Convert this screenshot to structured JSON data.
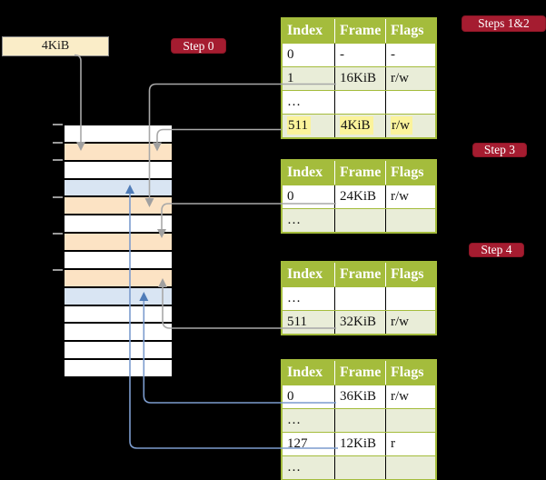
{
  "frame_size_box": {
    "label": "4KiB"
  },
  "step_labels": {
    "step0": "Step 0",
    "steps12": "Steps 1&2",
    "step3": "Step 3",
    "step4": "Step 4"
  },
  "memory_strip": {
    "frame_types": [
      "white",
      "wheat",
      "white",
      "blue",
      "wheat",
      "white",
      "wheat",
      "white",
      "wheat",
      "blue",
      "white",
      "white",
      "white",
      "white"
    ]
  },
  "tables": [
    {
      "id": "page-table-1",
      "headers": [
        "Index",
        "Frame",
        "Flags"
      ],
      "rows": [
        {
          "cells": [
            "0",
            "-",
            "-"
          ]
        },
        {
          "cells": [
            "1",
            "16KiB",
            "r/w"
          ]
        },
        {
          "cells": [
            "…",
            "",
            ""
          ]
        },
        {
          "cells": [
            "511",
            "4KiB",
            "r/w"
          ],
          "highlight": true
        }
      ]
    },
    {
      "id": "page-table-2",
      "headers": [
        "Index",
        "Frame",
        "Flags"
      ],
      "rows": [
        {
          "cells": [
            "0",
            "24KiB",
            "r/w"
          ]
        },
        {
          "cells": [
            "…",
            "",
            ""
          ]
        }
      ]
    },
    {
      "id": "page-table-3",
      "headers": [
        "Index",
        "Frame",
        "Flags"
      ],
      "rows": [
        {
          "cells": [
            "…",
            "",
            ""
          ]
        },
        {
          "cells": [
            "511",
            "32KiB",
            "r/w"
          ]
        }
      ]
    },
    {
      "id": "page-table-4",
      "headers": [
        "Index",
        "Frame",
        "Flags"
      ],
      "rows": [
        {
          "cells": [
            "0",
            "36KiB",
            "r/w"
          ]
        },
        {
          "cells": [
            "…",
            "",
            ""
          ]
        },
        {
          "cells": [
            "127",
            "12KiB",
            "r"
          ]
        },
        {
          "cells": [
            "…",
            "",
            ""
          ]
        }
      ]
    }
  ],
  "colors": {
    "background": "#000000",
    "badge_crimson": "#A51C30",
    "table_header_olive": "#A4BC3C",
    "table_row_green": "#E9EDD8",
    "highlight_yellow": "#FBF39B",
    "frame_wheat": "#FCE3C4",
    "frame_blue": "#D9E5F3",
    "size_box_wheat": "#FAEDC8",
    "gray_connector": "#A8A8A8",
    "blue_connector": "#7C9CCE",
    "blue_arrowhead": "#4F7CB8"
  }
}
